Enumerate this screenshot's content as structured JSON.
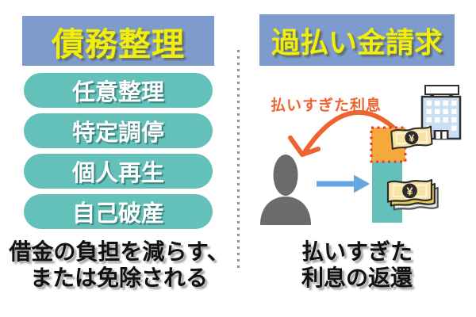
{
  "left": {
    "title": "債務整理",
    "items": [
      "任意整理",
      "特定調停",
      "個人再生",
      "自己破産"
    ],
    "caption_lines": [
      "借金の負担を減らす、",
      "または免除される"
    ]
  },
  "right": {
    "title": "過払い金請求",
    "annotation": "払いすぎた利息",
    "caption_lines": [
      "払いすぎた",
      "利息の返還"
    ],
    "yen_symbol": "¥"
  },
  "icons": {
    "person": "person-silhouette-icon",
    "lender": "office-building-icon",
    "money": "yen-banknote-icon",
    "payment_arrow": "blue-right-arrow-icon",
    "refund_arrow": "orange-curved-arrow-icon"
  },
  "colors": {
    "header_bg": "#7d9ccd",
    "header_text": "#f2ee0a",
    "pill_bg": "#63c1b9",
    "pill_text": "#ffffff",
    "caption_text": "#111111",
    "divider_dot": "#8f8f8f",
    "accent_orange": "#ec6430",
    "overpaid_box": "#f5a93d",
    "overpaid_box_border": "#e8382a",
    "payment_arrow_blue": "#64a6e0",
    "person_gray": "#6b6b6b",
    "debt_bar_teal": "#63c1b9",
    "building_fill": "#cbdff4",
    "bill_fill": "#f8e2a4"
  }
}
